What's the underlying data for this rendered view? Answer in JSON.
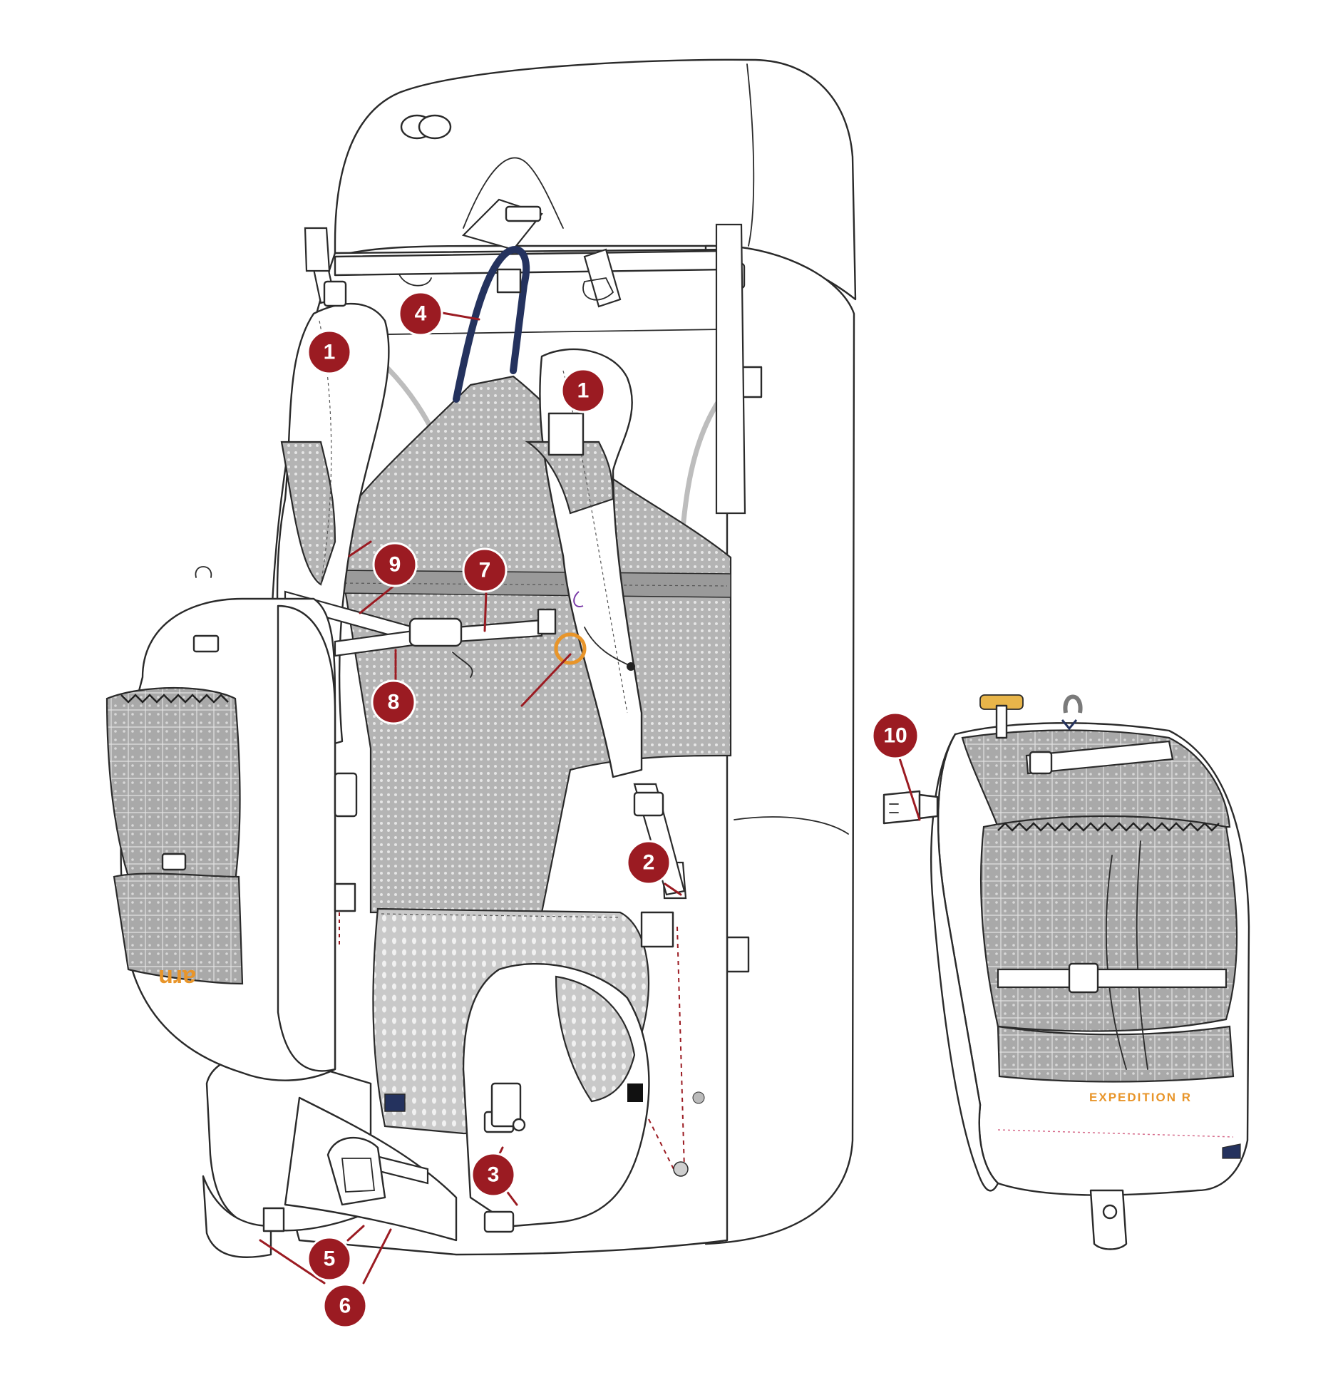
{
  "colors": {
    "callout": "#9b1b22",
    "brand_orange": "#e8952a",
    "navy_strap": "#24325e",
    "mesh_grey": "#b9b9b9",
    "outline": "#2a2a2a"
  },
  "brand": {
    "hip_pocket_logo": "arn",
    "daypack_label": "EXPEDITION R"
  },
  "callouts": [
    {
      "id": "c1a",
      "label": "1"
    },
    {
      "id": "c1b",
      "label": "1"
    },
    {
      "id": "c2",
      "label": "2"
    },
    {
      "id": "c3",
      "label": "3"
    },
    {
      "id": "c4",
      "label": "4"
    },
    {
      "id": "c5",
      "label": "5"
    },
    {
      "id": "c6",
      "label": "6"
    },
    {
      "id": "c7",
      "label": "7"
    },
    {
      "id": "c8",
      "label": "8"
    },
    {
      "id": "c9",
      "label": "9"
    },
    {
      "id": "c10",
      "label": "10"
    }
  ]
}
